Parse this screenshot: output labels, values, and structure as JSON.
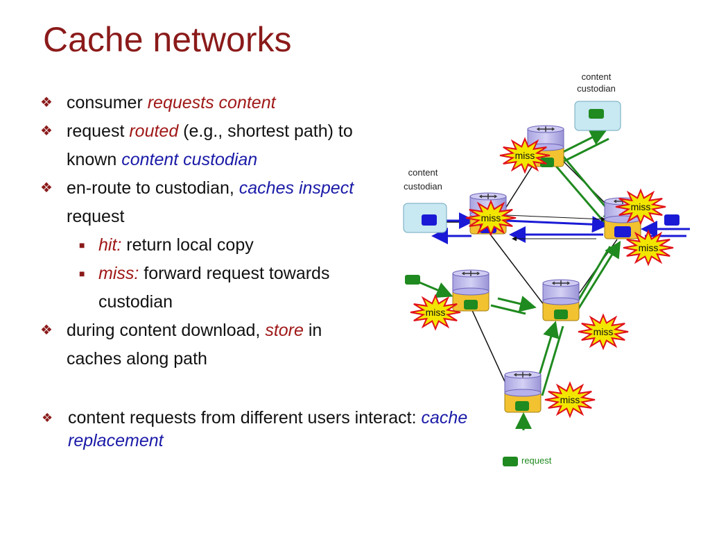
{
  "slide": {
    "title": "Cache networks",
    "bullets": [
      {
        "pre": "consumer ",
        "em": "requests content",
        "post": ""
      },
      {
        "pre": "request ",
        "em": "routed",
        "post": " (e.g., shortest path) to known ",
        "em2": "content custodian"
      },
      {
        "pre": "en-route to custodian, ",
        "em": "caches inspect",
        "post": " request"
      },
      {
        "pre": "during content download, ",
        "em": "store",
        "post": " in caches along path"
      }
    ],
    "subbullets": [
      {
        "em": "hit:",
        "post": "  return local copy"
      },
      {
        "em": "miss:",
        "post": " forward request towards custodian"
      }
    ],
    "last": {
      "pre": "content requests from different users interact: ",
      "em": "cache replacement"
    }
  },
  "diagram": {
    "custodian_top_line1": "content",
    "custodian_top_line2": "custodian",
    "custodian_left_line1": "content",
    "custodian_left_line2": "custodian",
    "miss_label": "miss",
    "request_label": "request",
    "colors": {
      "accent_red": "#8b1a1a",
      "miss_burst": "#f2e600",
      "miss_outline": "#e0101a",
      "green": "#1f8a1f",
      "blue": "#1a1ad6"
    }
  }
}
